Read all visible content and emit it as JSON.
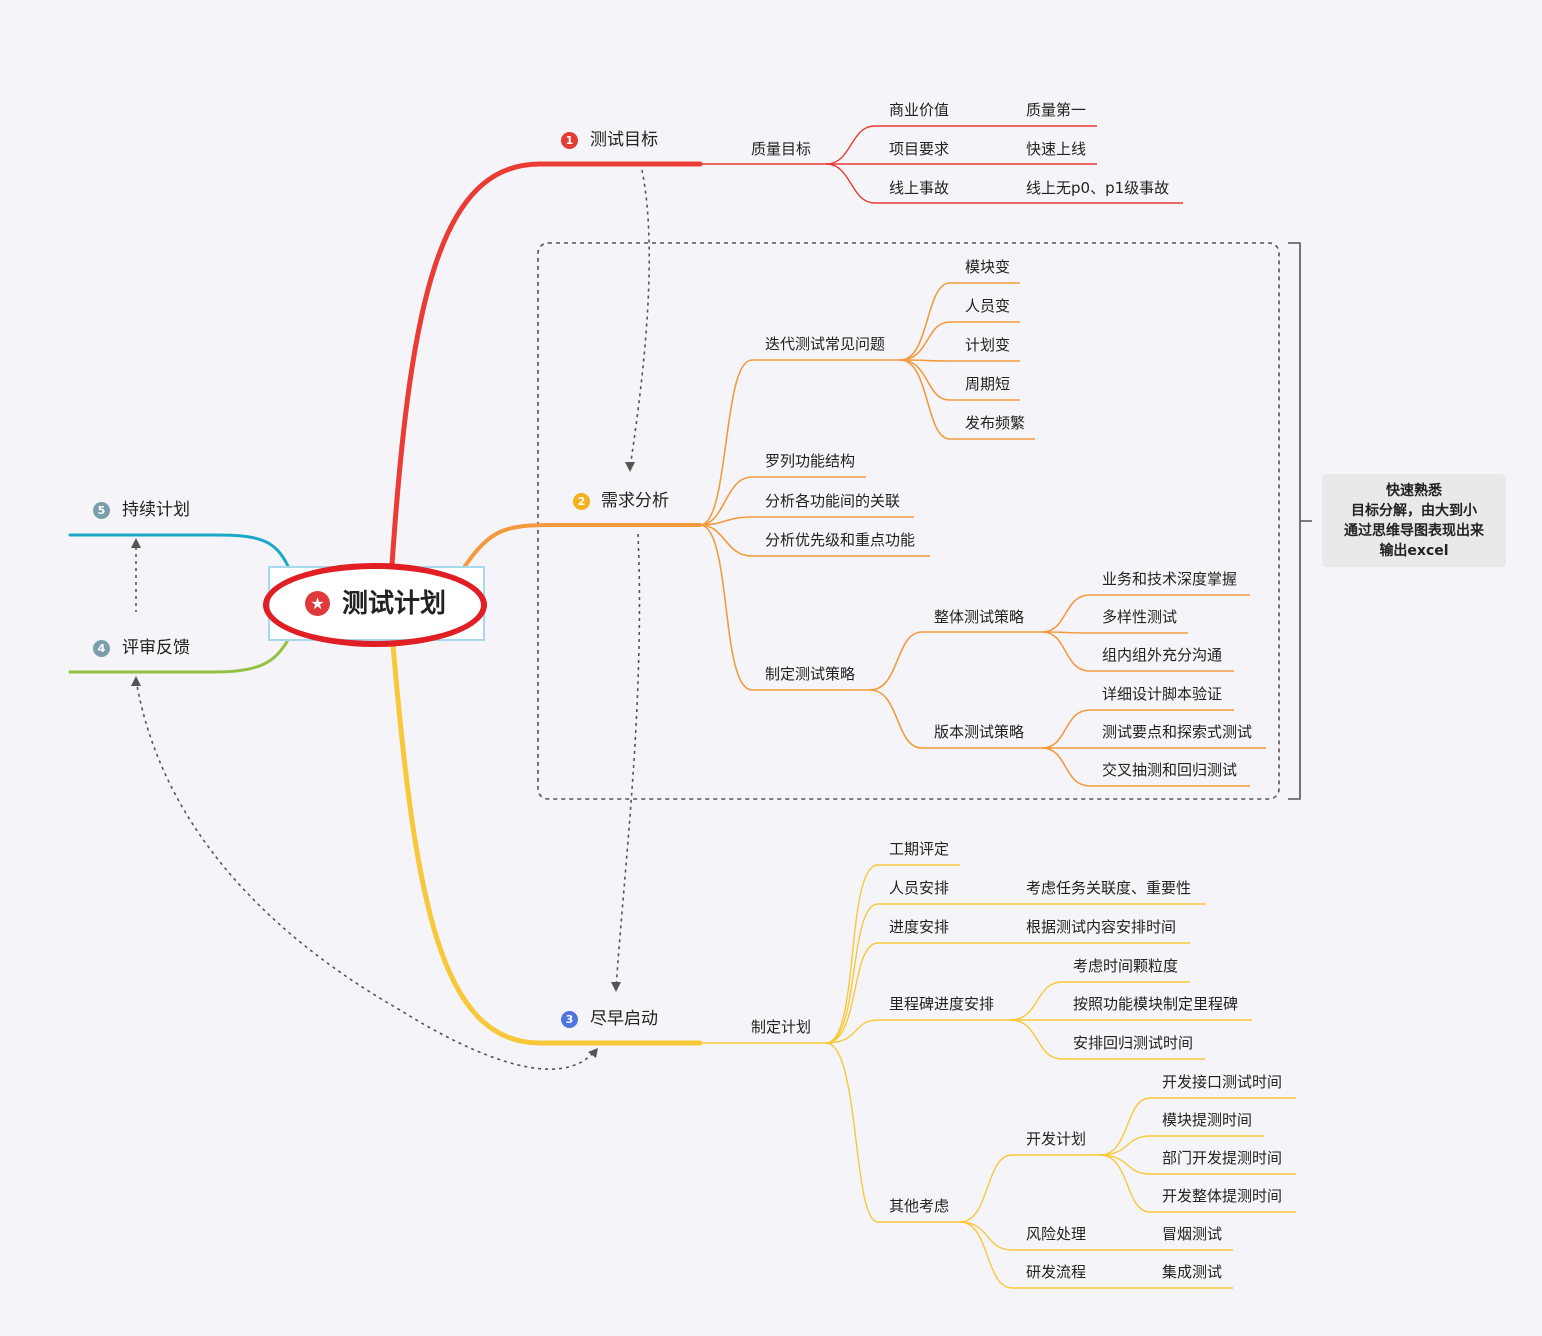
{
  "center": {
    "title": "测试计划",
    "icon": "star-icon"
  },
  "colors": {
    "red": "#ea3b35",
    "orange": "#f39a3f",
    "yellow": "#f8c83a",
    "teal": "#19a8c6",
    "green": "#94c044"
  },
  "branches": {
    "b1": {
      "badge": "1",
      "title": "测试目标"
    },
    "b2": {
      "badge": "2",
      "title": "需求分析"
    },
    "b3": {
      "badge": "3",
      "title": "尽早启动"
    },
    "b4": {
      "badge": "4",
      "title": "评审反馈"
    },
    "b5": {
      "badge": "5",
      "title": "持续计划"
    }
  },
  "goal": {
    "label": "质量目标",
    "items": [
      {
        "label": "商业价值",
        "value": "质量第一"
      },
      {
        "label": "项目要求",
        "value": "快速上线"
      },
      {
        "label": "线上事故",
        "value": "线上无p0、p1级事故"
      }
    ]
  },
  "analysis": {
    "issues": {
      "label": "迭代测试常见问题",
      "items": [
        "模块变",
        "人员变",
        "计划变",
        "周期短",
        "发布频繁"
      ]
    },
    "list_structure": "罗列功能结构",
    "relations": "分析各功能间的关联",
    "priority": "分析优先级和重点功能",
    "strategy": {
      "label": "制定测试策略",
      "overall": {
        "label": "整体测试策略",
        "items": [
          "业务和技术深度掌握",
          "多样性测试",
          "组内组外充分沟通"
        ]
      },
      "version": {
        "label": "版本测试策略",
        "items": [
          "详细设计脚本验证",
          "测试要点和探索式测试",
          "交叉抽测和回归测试"
        ]
      }
    }
  },
  "note": {
    "lines": [
      "快速熟悉",
      "目标分解，由大到小",
      "通过思维导图表现出来",
      "输出excel"
    ]
  },
  "plan": {
    "label": "制定计划",
    "period": "工期评定",
    "staff": {
      "label": "人员安排",
      "value": "考虑任务关联度、重要性"
    },
    "progress": {
      "label": "进度安排",
      "value": "根据测试内容安排时间"
    },
    "milestone": {
      "label": "里程碑进度安排",
      "items": [
        "考虑时间颗粒度",
        "按照功能模块制定里程碑",
        "安排回归测试时间"
      ]
    },
    "other": {
      "label": "其他考虑",
      "dev": {
        "label": "开发计划",
        "items": [
          "开发接口测试时间",
          "模块提测时间",
          "部门开发提测时间",
          "开发整体提测时间"
        ]
      },
      "risk": {
        "label": "风险处理",
        "value": "冒烟测试"
      },
      "flow": {
        "label": "研发流程",
        "value": "集成测试"
      }
    }
  }
}
